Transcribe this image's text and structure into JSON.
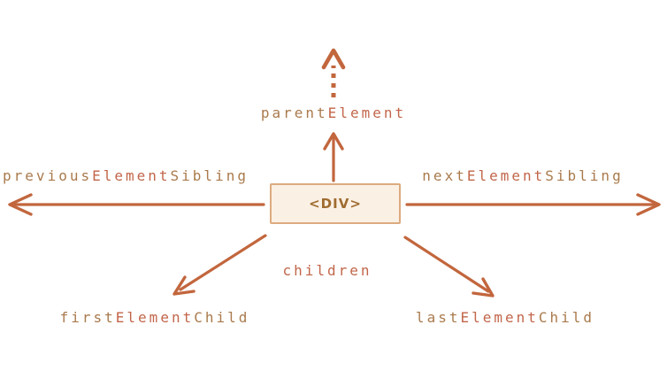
{
  "diagram": {
    "node": {
      "label": "<DIV>"
    },
    "labels": {
      "parent_element": {
        "full_text": "parentElement",
        "segments": [
          {
            "text": "parent",
            "color": "brown"
          },
          {
            "text": "Element",
            "color": "red"
          }
        ]
      },
      "previous_element_sibling": {
        "full_text": "previousElementSibling",
        "segments": [
          {
            "text": "previous",
            "color": "brown"
          },
          {
            "text": "Element",
            "color": "red"
          },
          {
            "text": "Sibling",
            "color": "brown"
          }
        ]
      },
      "next_element_sibling": {
        "full_text": "nextElementSibling",
        "segments": [
          {
            "text": "next",
            "color": "brown"
          },
          {
            "text": "Element",
            "color": "red"
          },
          {
            "text": "Sibling",
            "color": "brown"
          }
        ]
      },
      "children": {
        "full_text": "children",
        "segments": [
          {
            "text": "children",
            "color": "red"
          }
        ]
      },
      "first_element_child": {
        "full_text": "firstElementChild",
        "segments": [
          {
            "text": "first",
            "color": "brown"
          },
          {
            "text": "Element",
            "color": "red"
          },
          {
            "text": "Child",
            "color": "brown"
          }
        ]
      },
      "last_element_child": {
        "full_text": "lastElementChild",
        "segments": [
          {
            "text": "last",
            "color": "brown"
          },
          {
            "text": "Element",
            "color": "red"
          },
          {
            "text": "Child",
            "color": "brown"
          }
        ]
      }
    }
  },
  "colors": {
    "background": "#ffffff",
    "arrow": "#c2663d",
    "text_brown": "#aa7a4c",
    "text_red": "#c2664a",
    "box_border": "#dcab80",
    "box_fill": "#fbf0e4",
    "div_text": "#9f6b2f"
  }
}
